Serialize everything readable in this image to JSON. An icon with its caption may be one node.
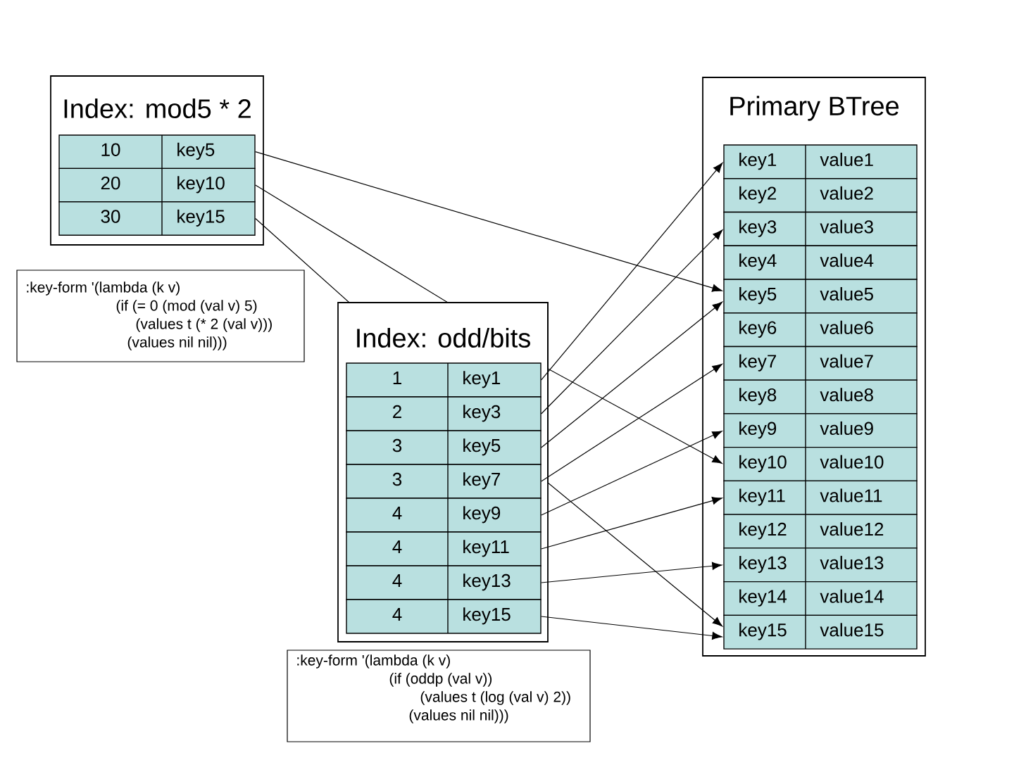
{
  "diagram": {
    "nodes": [
      {
        "text": [
          "Index: mod5 * 2"
        ]
      },
      {
        "text": [
          "10",
          "key5"
        ],
        "in": 0
      },
      {
        "text": [
          "20",
          "key10"
        ],
        "in": 0
      },
      {
        "text": [
          "30",
          "key15"
        ],
        "in": 0
      },
      {
        "text": [
          ":key-form '(lambda (k v)",
          "(if (= 0 (mod (val v) 5)",
          "(values t (* 2 (val v)))",
          "(values nil nil)))"
        ]
      },
      {
        "text": [
          "Index: odd/bits"
        ]
      },
      {
        "text": [
          "1",
          "key1"
        ],
        "in": 5
      },
      {
        "text": [
          "2",
          "key3"
        ],
        "in": 5
      },
      {
        "text": [
          "3",
          "key5"
        ],
        "in": 5
      },
      {
        "text": [
          "3",
          "key7"
        ],
        "in": 5
      },
      {
        "text": [
          "4",
          "key9"
        ],
        "in": 5
      },
      {
        "text": [
          "4",
          "key11"
        ],
        "in": 5
      },
      {
        "text": [
          "4",
          "key13"
        ],
        "in": 5
      },
      {
        "text": [
          "4",
          "key15"
        ],
        "in": 5
      },
      {
        "text": [
          ":key-form '(lambda (k v)",
          "(if (oddp (val v))",
          "(values t (log (val v) 2))",
          "(values nil nil)))"
        ]
      },
      {
        "text": [
          "Primary BTree"
        ]
      },
      {
        "text": [
          "key1",
          "value1"
        ],
        "in": 15
      },
      {
        "text": [
          "key2",
          "value2"
        ],
        "in": 15
      },
      {
        "text": [
          "key3",
          "value3"
        ],
        "in": 15
      },
      {
        "text": [
          "key4",
          "value4"
        ],
        "in": 15
      },
      {
        "text": [
          "key5",
          "value5"
        ],
        "in": 15
      },
      {
        "text": [
          "key6",
          "value6"
        ],
        "in": 15
      },
      {
        "text": [
          "key7",
          "value7"
        ],
        "in": 15
      },
      {
        "text": [
          "key8",
          "value8"
        ],
        "in": 15
      },
      {
        "text": [
          "key9",
          "value9"
        ],
        "in": 15
      },
      {
        "text": [
          "key10",
          "value10"
        ],
        "in": 15
      },
      {
        "text": [
          "key11",
          "value11"
        ],
        "in": 15
      },
      {
        "text": [
          "key12",
          "value12"
        ],
        "in": 15
      },
      {
        "text": [
          "key13",
          "value13"
        ],
        "in": 15
      },
      {
        "text": [
          "key14",
          "value14"
        ],
        "in": 15
      },
      {
        "text": [
          "key15",
          "value15"
        ],
        "in": 15
      }
    ],
    "edges": [
      {
        "from": 1,
        "to": 20,
        "arrow": "to"
      },
      {
        "from": 2,
        "to": 25,
        "arrow": "to"
      },
      {
        "from": 3,
        "to": 30,
        "arrow": "to"
      },
      {
        "from": 6,
        "to": 16,
        "arrow": "to"
      },
      {
        "from": 7,
        "to": 18,
        "arrow": "to"
      },
      {
        "from": 8,
        "to": 20,
        "arrow": "to"
      },
      {
        "from": 9,
        "to": 22,
        "arrow": "to"
      },
      {
        "from": 10,
        "to": 24,
        "arrow": "to"
      },
      {
        "from": 11,
        "to": 26,
        "arrow": "to"
      },
      {
        "from": 12,
        "to": 28,
        "arrow": "to"
      },
      {
        "from": 13,
        "to": 30,
        "arrow": "to"
      }
    ]
  }
}
